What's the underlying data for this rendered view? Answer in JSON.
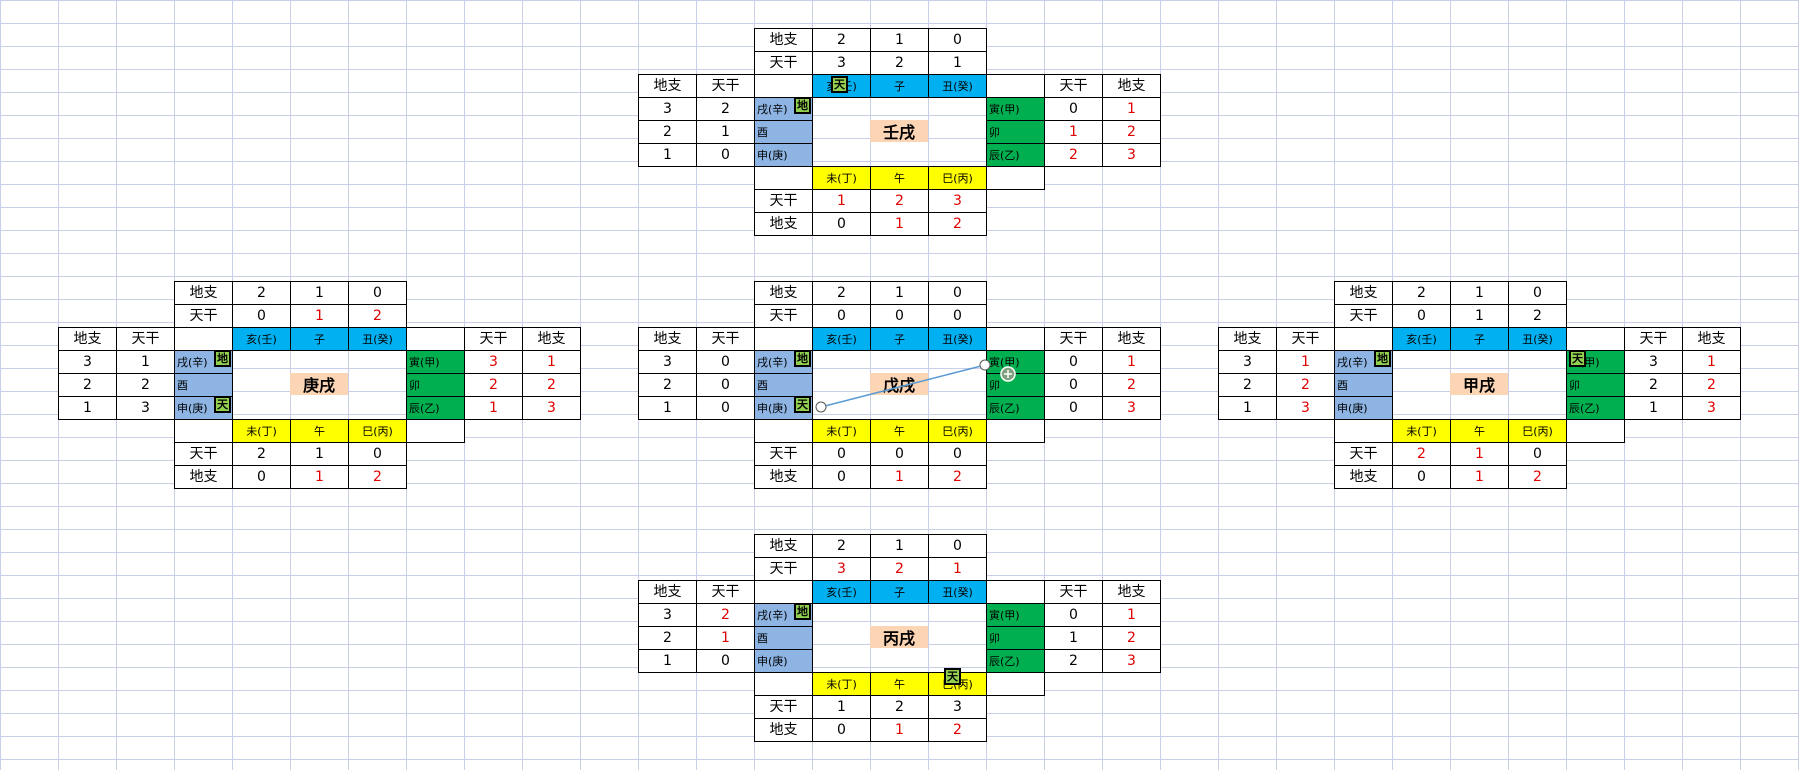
{
  "labels": {
    "dizhi": "地支",
    "tiangan": "天干",
    "top": [
      "亥(壬)",
      "子",
      "丑(癸)"
    ],
    "right": [
      "寅(甲)",
      "卯",
      "辰(乙)"
    ],
    "bottom": [
      "未(丁)",
      "午",
      "巳(丙)"
    ],
    "left": [
      "戌(辛)",
      "酉",
      "申(庚)"
    ],
    "mark_tian": "天",
    "mark_di": "地"
  },
  "colors": {
    "top": "#00b0f0",
    "left": "#8db4e2",
    "right": "#00b050",
    "bottom": "#ffff00",
    "center": "#fcd5b4",
    "mark": "#92d050",
    "red_digit": "#e00000"
  },
  "boards": [
    {
      "name": "壬戌",
      "top_dizhi": [
        "2",
        "1",
        "0"
      ],
      "top_tiangan": [
        "3",
        "2",
        "1"
      ],
      "left_dizhi": [
        "3",
        "2",
        "1"
      ],
      "left_tiangan": [
        "2",
        "1",
        "0"
      ],
      "right_tiangan": [
        "0",
        "1",
        "2"
      ],
      "right_dizhi": [
        "1",
        "2",
        "3"
      ],
      "bottom_tiangan": [
        "1",
        "2",
        "3"
      ],
      "bottom_dizhi": [
        "0",
        "1",
        "2"
      ],
      "red": {
        "top_dizhi": [
          false,
          false,
          false
        ],
        "top_tiangan": [
          false,
          false,
          false
        ],
        "left_tiangan": [
          false,
          false,
          false
        ],
        "right_tiangan": [
          false,
          true,
          true
        ],
        "right_dizhi": [
          true,
          true,
          true
        ],
        "bottom_tiangan": [
          true,
          true,
          true
        ],
        "bottom_dizhi": [
          false,
          true,
          true
        ]
      },
      "marks": [
        {
          "type": "di",
          "slot": "left0"
        },
        {
          "type": "tian",
          "slot": "top0"
        }
      ]
    },
    {
      "name": "庚戌",
      "top_dizhi": [
        "2",
        "1",
        "0"
      ],
      "top_tiangan": [
        "0",
        "1",
        "2"
      ],
      "left_dizhi": [
        "3",
        "2",
        "1"
      ],
      "left_tiangan": [
        "1",
        "2",
        "3"
      ],
      "right_tiangan": [
        "3",
        "2",
        "1"
      ],
      "right_dizhi": [
        "1",
        "2",
        "3"
      ],
      "bottom_tiangan": [
        "2",
        "1",
        "0"
      ],
      "bottom_dizhi": [
        "0",
        "1",
        "2"
      ],
      "red": {
        "top_dizhi": [
          false,
          false,
          false
        ],
        "top_tiangan": [
          false,
          true,
          true
        ],
        "left_tiangan": [
          false,
          false,
          false
        ],
        "right_tiangan": [
          true,
          true,
          true
        ],
        "right_dizhi": [
          true,
          true,
          true
        ],
        "bottom_tiangan": [
          false,
          false,
          false
        ],
        "bottom_dizhi": [
          false,
          true,
          true
        ]
      },
      "marks": [
        {
          "type": "di",
          "slot": "left0"
        },
        {
          "type": "tian",
          "slot": "left2"
        }
      ]
    },
    {
      "name": "戊戌",
      "top_dizhi": [
        "2",
        "1",
        "0"
      ],
      "top_tiangan": [
        "0",
        "0",
        "0"
      ],
      "left_dizhi": [
        "3",
        "2",
        "1"
      ],
      "left_tiangan": [
        "0",
        "0",
        "0"
      ],
      "right_tiangan": [
        "0",
        "0",
        "0"
      ],
      "right_dizhi": [
        "1",
        "2",
        "3"
      ],
      "bottom_tiangan": [
        "0",
        "0",
        "0"
      ],
      "bottom_dizhi": [
        "0",
        "1",
        "2"
      ],
      "red": {
        "top_dizhi": [
          false,
          false,
          false
        ],
        "top_tiangan": [
          false,
          false,
          false
        ],
        "left_tiangan": [
          false,
          false,
          false
        ],
        "right_tiangan": [
          false,
          false,
          false
        ],
        "right_dizhi": [
          true,
          true,
          true
        ],
        "bottom_tiangan": [
          false,
          false,
          false
        ],
        "bottom_dizhi": [
          false,
          true,
          true
        ]
      },
      "marks": [
        {
          "type": "di",
          "slot": "left0"
        },
        {
          "type": "tian",
          "slot": "left2"
        }
      ],
      "connector": true
    },
    {
      "name": "甲戌",
      "top_dizhi": [
        "2",
        "1",
        "0"
      ],
      "top_tiangan": [
        "0",
        "1",
        "2"
      ],
      "left_dizhi": [
        "3",
        "2",
        "1"
      ],
      "left_tiangan": [
        "1",
        "2",
        "3"
      ],
      "right_tiangan": [
        "3",
        "2",
        "1"
      ],
      "right_dizhi": [
        "1",
        "2",
        "3"
      ],
      "bottom_tiangan": [
        "2",
        "1",
        "0"
      ],
      "bottom_dizhi": [
        "0",
        "1",
        "2"
      ],
      "red": {
        "top_dizhi": [
          false,
          false,
          false
        ],
        "top_tiangan": [
          false,
          false,
          false
        ],
        "left_tiangan": [
          true,
          true,
          true
        ],
        "right_tiangan": [
          false,
          false,
          false
        ],
        "right_dizhi": [
          true,
          true,
          true
        ],
        "bottom_tiangan": [
          true,
          true,
          false
        ],
        "bottom_dizhi": [
          false,
          true,
          true
        ]
      },
      "marks": [
        {
          "type": "di",
          "slot": "left0"
        },
        {
          "type": "tian",
          "slot": "right0"
        }
      ]
    },
    {
      "name": "丙戌",
      "top_dizhi": [
        "2",
        "1",
        "0"
      ],
      "top_tiangan": [
        "3",
        "2",
        "1"
      ],
      "left_dizhi": [
        "3",
        "2",
        "1"
      ],
      "left_tiangan": [
        "2",
        "1",
        "0"
      ],
      "right_tiangan": [
        "0",
        "1",
        "2"
      ],
      "right_dizhi": [
        "1",
        "2",
        "3"
      ],
      "bottom_tiangan": [
        "1",
        "2",
        "3"
      ],
      "bottom_dizhi": [
        "0",
        "1",
        "2"
      ],
      "red": {
        "top_dizhi": [
          false,
          false,
          false
        ],
        "top_tiangan": [
          true,
          true,
          true
        ],
        "left_tiangan": [
          true,
          true,
          false
        ],
        "right_tiangan": [
          false,
          false,
          false
        ],
        "right_dizhi": [
          true,
          true,
          true
        ],
        "bottom_tiangan": [
          false,
          false,
          false
        ],
        "bottom_dizhi": [
          false,
          true,
          true
        ]
      },
      "marks": [
        {
          "type": "di",
          "slot": "left0"
        },
        {
          "type": "tian",
          "slot": "bottom2"
        }
      ]
    }
  ]
}
